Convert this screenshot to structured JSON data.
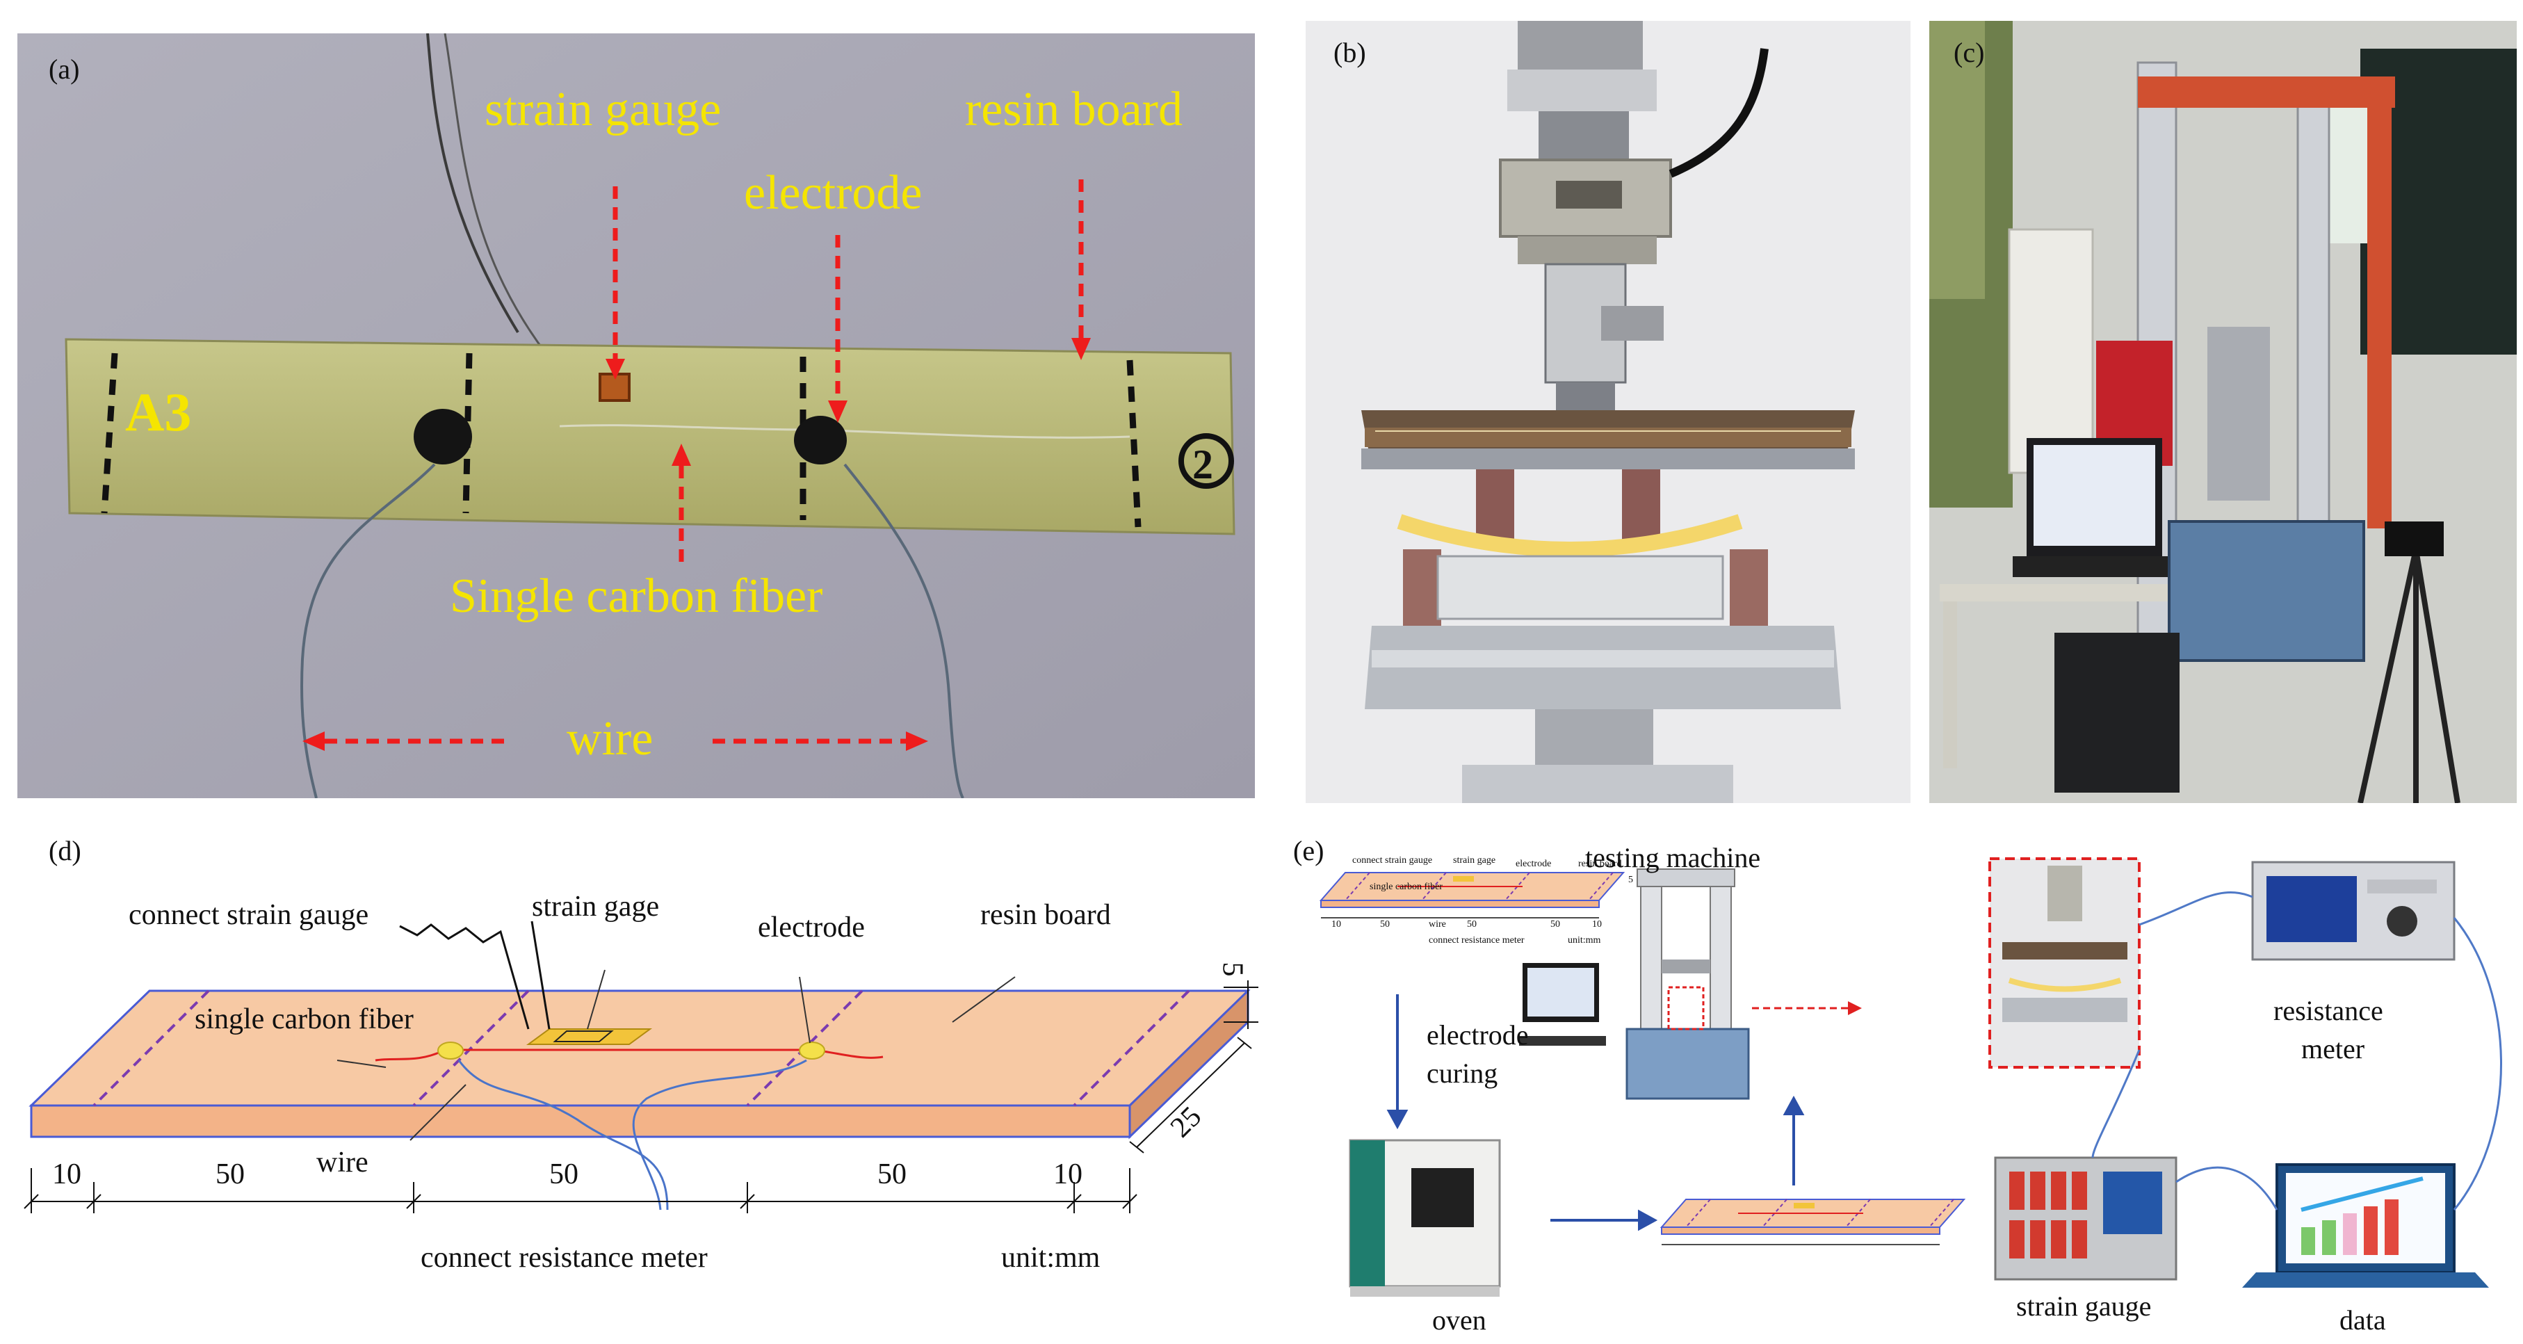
{
  "panel_a": {
    "label": "(a)",
    "specimen_id": "A3",
    "labels": {
      "strain_gauge": "strain gauge",
      "resin_board": "resin board",
      "electrode": "electrode",
      "single_carbon_fiber": "Single carbon fiber",
      "wire": "wire"
    }
  },
  "panel_b": {
    "label": "(b)"
  },
  "panel_c": {
    "label": "(c)"
  },
  "panel_d": {
    "label": "(d)",
    "labels": {
      "connect_strain_gauge": "connect strain gauge",
      "strain_gage": "strain gage",
      "electrode": "electrode",
      "resin_board": "resin board",
      "single_carbon_fiber": "single carbon fiber",
      "wire": "wire",
      "connect_resistance_meter": "connect resistance meter",
      "unit": "unit:mm"
    },
    "dimensions": {
      "seg1": "10",
      "seg2": "50",
      "seg3": "50",
      "seg4": "50",
      "seg5": "10",
      "thickness": "5",
      "width": "25"
    }
  },
  "panel_e": {
    "label": "(e)",
    "labels": {
      "testing_machine": "testing machine",
      "electrode_curing_1": "electrode",
      "electrode_curing_2": "curing",
      "oven": "oven",
      "resistance_meter_1": "resistance",
      "resistance_meter_2": "meter",
      "strain_gauge": "strain gauge",
      "data": "data"
    },
    "mini_diagram": {
      "connect_strain_gauge": "connect strain gauge",
      "strain_gage": "strain gage",
      "electrode": "electrode",
      "resin_board": "resin board",
      "single_carbon_fiber": "single carbon fiber",
      "wire": "wire",
      "connect_resistance_meter": "connect resistance meter",
      "unit": "unit:mm",
      "dims": [
        "10",
        "50",
        "50",
        "50",
        "10"
      ],
      "thickness": "5"
    }
  },
  "colors": {
    "annotation_yellow": "#f5e500",
    "arrow_red": "#ee1c1c",
    "board_top": "#f7c9a4",
    "flow_blue": "#2b4fa8"
  }
}
